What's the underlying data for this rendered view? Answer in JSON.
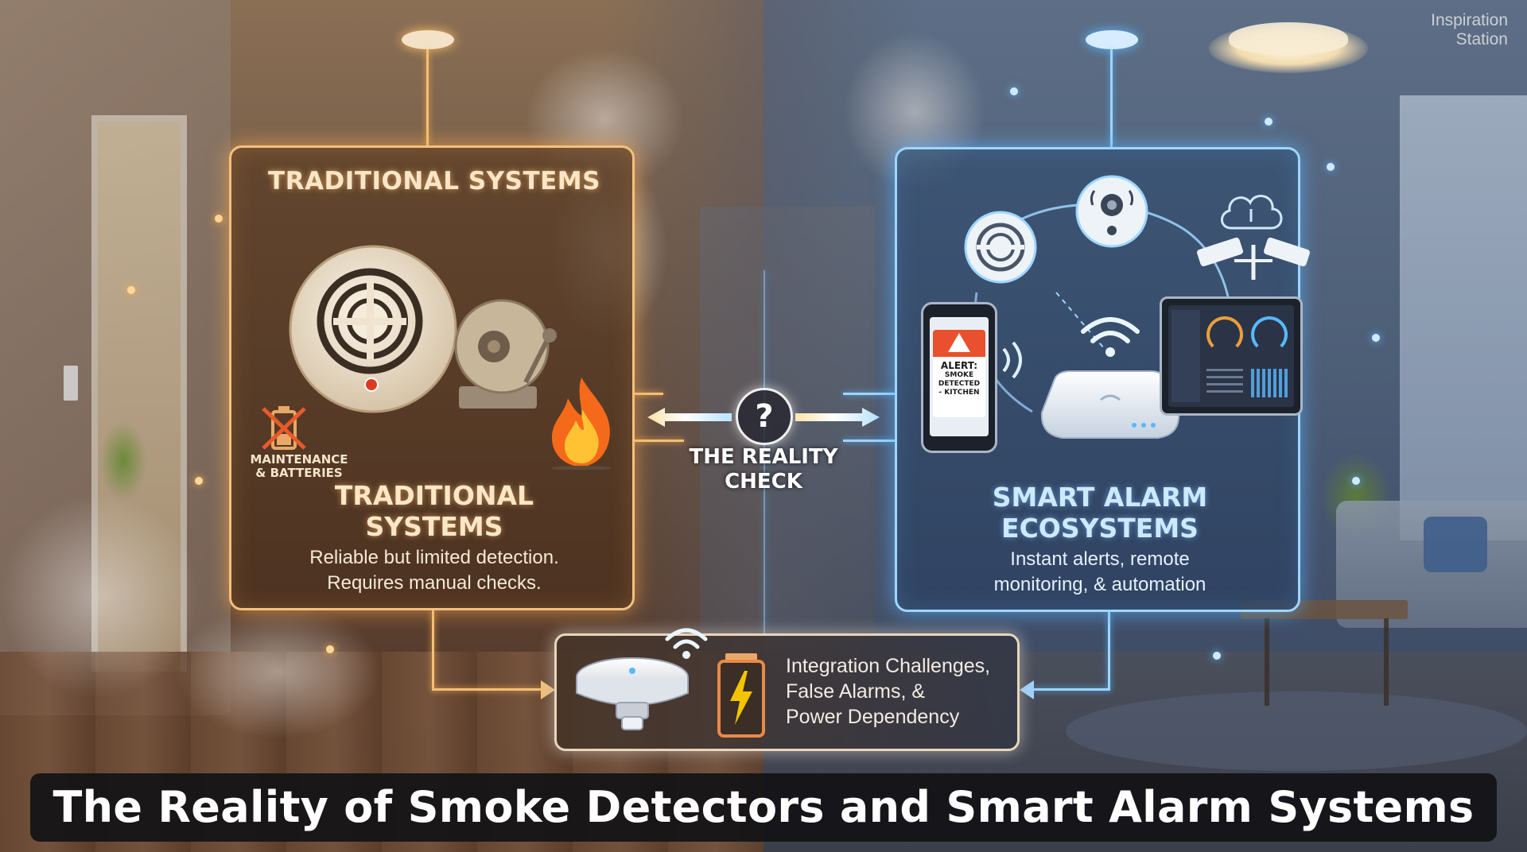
{
  "watermark": {
    "line1": "Inspiration",
    "line2": "Station"
  },
  "traditional": {
    "heading": "TRADITIONAL SYSTEMS",
    "title_line1": "TRADITIONAL",
    "title_line2": "SYSTEMS",
    "desc_line1": "Reliable but limited detection.",
    "desc_line2": "Requires manual checks.",
    "maintenance_line1": "MAINTENANCE",
    "maintenance_line2": "& BATTERIES"
  },
  "center": {
    "question": "?",
    "label_line1": "THE REALITY",
    "label_line2": "CHECK"
  },
  "smart": {
    "title_line1": "SMART ALARM",
    "title_line2": "ECOSYSTEMS",
    "desc_line1": "Instant alerts, remote",
    "desc_line2": "monitoring, & automation",
    "phone_alert_line1": "ALERT:",
    "phone_alert_line2": "SMOKE",
    "phone_alert_line3": "DETECTED",
    "phone_alert_line4": "- KITCHEN"
  },
  "challenges": {
    "line1": "Integration Challenges,",
    "line2": "False Alarms, &",
    "line3": "Power Dependency"
  },
  "main_title": "The Reality of Smoke Detectors and Smart Alarm Systems Today",
  "colors": {
    "traditional_accent": "#f4c07e",
    "smart_accent": "#9fd6ff",
    "alert_red": "#e8502e",
    "battery_yellow": "#f5c400"
  }
}
